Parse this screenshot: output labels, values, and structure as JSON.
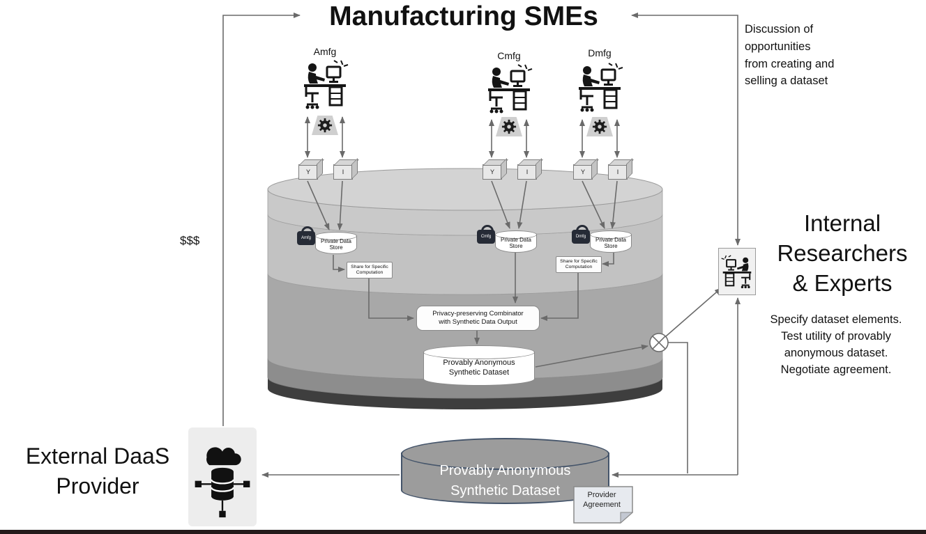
{
  "title": "Manufacturing SMEs",
  "notes": {
    "discussion": "Discussion of\nopportunities\nfrom creating and\nselling a dataset",
    "money": "$$$",
    "researcher_tasks": "Specify dataset elements.\nTest utility of provably\nanonymous dataset.\nNegotiate agreement."
  },
  "actors": {
    "internal_researchers": "Internal\nResearchers\n& Experts",
    "external_provider": "External DaaS\nProvider"
  },
  "sme_groups": [
    {
      "name": "Amfg",
      "cube_left": "Y",
      "cube_right": "I",
      "lock": "Amfg",
      "store": "Private Data\nStore",
      "share": "Share for Specific\nComputation"
    },
    {
      "name": "Cmfg",
      "cube_left": "Y",
      "cube_right": "I",
      "lock": "Cmfg",
      "store": "Private Data\nStore"
    },
    {
      "name": "Dmfg",
      "cube_left": "Y",
      "cube_right": "I",
      "lock": "Dmfg",
      "store": "Private Data\nStore",
      "share": "Share for Specific\nComputation"
    }
  ],
  "platform": {
    "combinator": "Privacy-preserving Combinator\nwith Synthetic Data Output",
    "inner_dataset": "Provably Anonymous\nSynthetic Dataset"
  },
  "outputs": {
    "published_dataset": "Provably Anonymous\nSynthetic Dataset",
    "provider_agreement": "Provider\nAgreement"
  },
  "icons": {
    "worker": "person-at-desk-with-computer",
    "gear": "gear-on-pedestal",
    "lock": "padlock",
    "researcher": "person-at-desk-with-computer",
    "external_provider": "cloud-database-network",
    "combine_node": "circled-x-connector"
  },
  "colors": {
    "arrow": "#6a6a6a",
    "platform_top": "#d3d3d3",
    "platform_band_light": "#c9c9c9",
    "platform_band_mid": "#a8a8a8",
    "platform_band_dark": "#8d8d8d",
    "platform_rim": "#3e3e3e",
    "published_dataset_fill": "#9c9c9c",
    "published_dataset_border": "#44546a",
    "note_fill": "#e7eaef"
  }
}
